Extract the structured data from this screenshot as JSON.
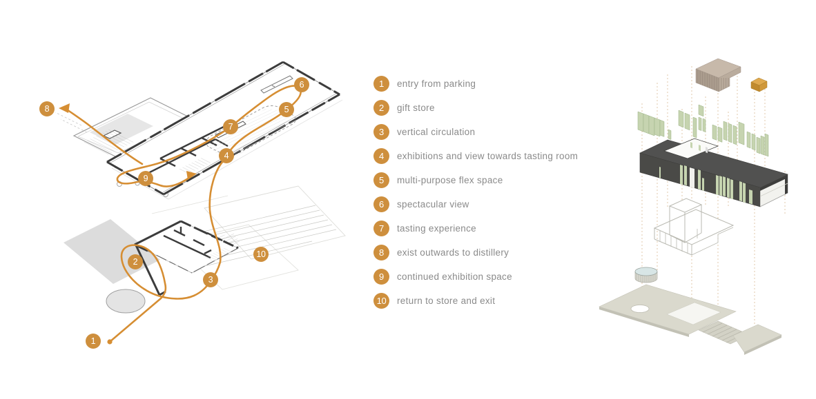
{
  "colors": {
    "accent": "#CE8F3D",
    "path-orange": "#D68E33",
    "legend-text": "#8A8A8A",
    "wall-dark": "#3C3C3C",
    "panel-green": "#C6D4B0",
    "volume-dark": "#4A4A47",
    "roof-tan": "#C7B9AA",
    "plate-gray": "#DAD9CD",
    "projection-dash": "#DDC2A2"
  },
  "legend": {
    "items": [
      {
        "number": "1",
        "label": "entry from parking"
      },
      {
        "number": "2",
        "label": "gift store"
      },
      {
        "number": "3",
        "label": "vertical circulation"
      },
      {
        "number": "4",
        "label": "exhibitions and view towards tasting room"
      },
      {
        "number": "5",
        "label": "multi-purpose flex space"
      },
      {
        "number": "6",
        "label": "spectacular view"
      },
      {
        "number": "7",
        "label": "tasting experience"
      },
      {
        "number": "8",
        "label": "exist outwards to distillery"
      },
      {
        "number": "9",
        "label": "continued exhibition space"
      },
      {
        "number": "10",
        "label": "return to store and exit"
      }
    ]
  },
  "plan_markers": {
    "m1": "1",
    "m2": "2",
    "m3": "3",
    "m4": "4",
    "m5": "5",
    "m6": "6",
    "m7": "7",
    "m8": "8",
    "m9": "9",
    "m10": "10"
  }
}
